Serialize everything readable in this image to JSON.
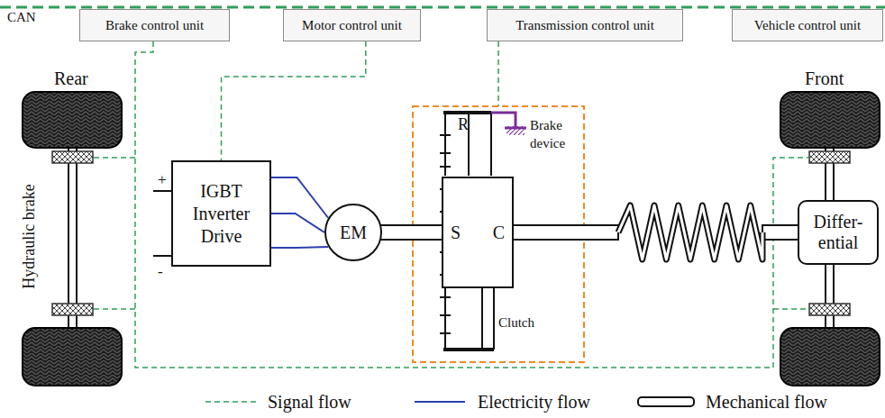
{
  "diagram": {
    "nodes": [
      {
        "text": [
          "Brake control unit"
        ]
      },
      {
        "text": [
          "Motor control unit"
        ]
      },
      {
        "text": [
          "Transmission control unit"
        ]
      },
      {
        "text": [
          "Vehicle control unit"
        ]
      },
      {
        "text": [
          "IGBT Inverter Drive"
        ]
      },
      {
        "text": [
          "EM"
        ]
      },
      {
        "text": [
          "S",
          "C"
        ]
      },
      {
        "text": [
          "Differ- ential"
        ]
      }
    ],
    "edges": [
      {
        "from": 1,
        "to": 4,
        "arrow": "none"
      },
      {
        "from": 4,
        "to": 5,
        "arrow": "none"
      },
      {
        "from": 5,
        "to": 6,
        "arrow": "none"
      },
      {
        "from": 6,
        "to": 7,
        "arrow": "none"
      }
    ],
    "labels": [
      "CAN",
      "Rear",
      "Front",
      "Hydraulic brake",
      "R",
      "Brake device",
      "Clutch",
      "+",
      "-"
    ],
    "legend": [
      {
        "text": "Signal flow"
      },
      {
        "text": "Electricity flow"
      },
      {
        "text": "Mechanical flow"
      }
    ]
  }
}
